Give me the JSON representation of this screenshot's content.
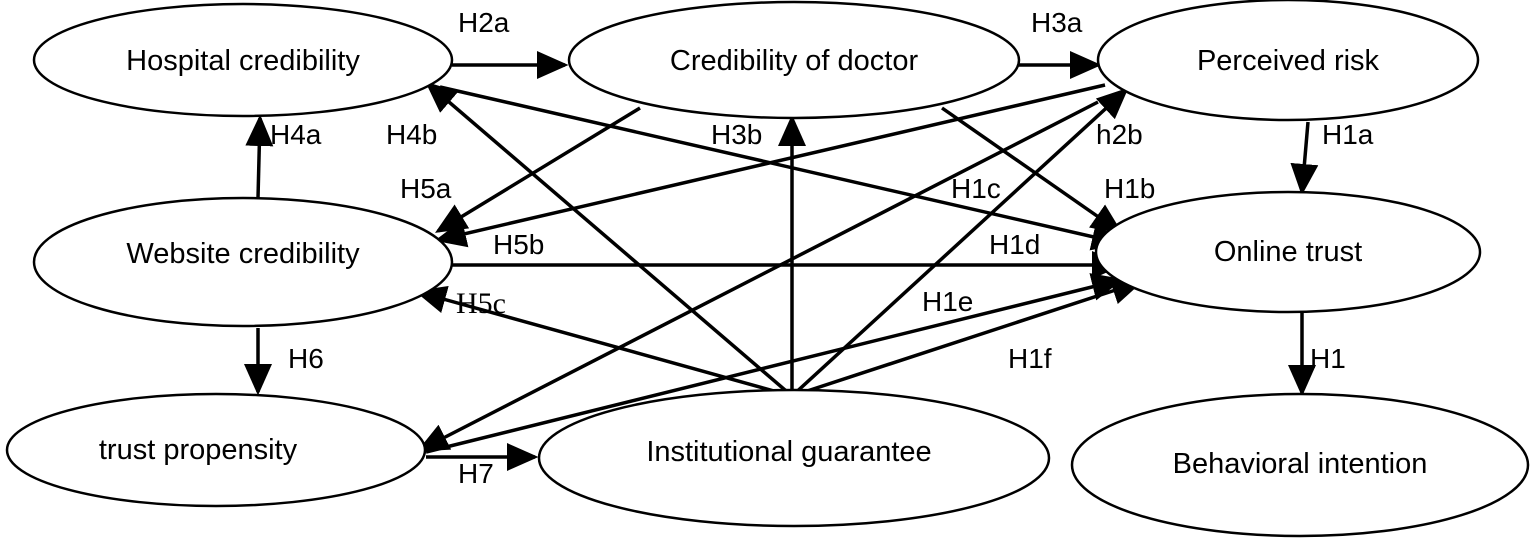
{
  "nodes": {
    "hospital": "Hospital credibility",
    "doctor": "Credibility of doctor",
    "risk": "Perceived risk",
    "website": "Website credibility",
    "trust": "Online trust",
    "propensity": "trust propensity",
    "guarantee": "Institutional guarantee",
    "intention": "Behavioral intention"
  },
  "hypotheses": {
    "h2a": "H2a",
    "h3a": "H3a",
    "h4a": "H4a",
    "h4b": "H4b",
    "h3b": "H3b",
    "h2b": "h2b",
    "h1a": "H1a",
    "h5a": "H5a",
    "h1c": "H1c",
    "h1b": "H1b",
    "h5b": "H5b",
    "h1d": "H1d",
    "h5c": "H5c",
    "h1e": "H1e",
    "h6": "H6",
    "h1f": "H1f",
    "h1": "H1",
    "h7": "H7"
  }
}
